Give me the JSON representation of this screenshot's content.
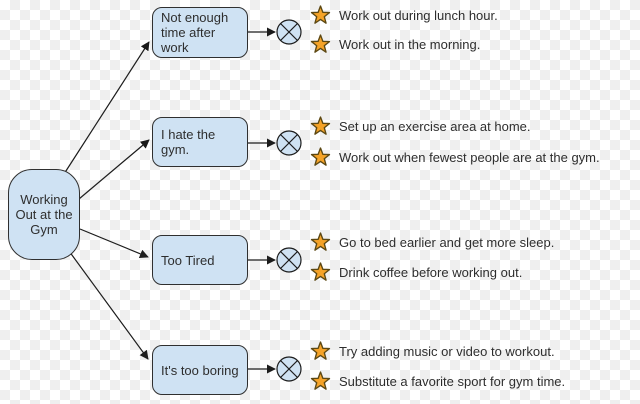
{
  "diagram": {
    "title_hint": "brainstorm-obstacles-solutions",
    "root": {
      "label": "Working Out at the Gym"
    },
    "branches": [
      {
        "obstacle": "Not enough time after work",
        "solutions": [
          "Work out during lunch hour.",
          "Work out in the morning."
        ]
      },
      {
        "obstacle": "I hate the gym.",
        "solutions": [
          "Set up an exercise area at home.",
          "Work out when fewest people are at the gym."
        ]
      },
      {
        "obstacle": "Too Tired",
        "solutions": [
          "Go to bed earlier and get more sleep.",
          "Drink coffee before working out."
        ]
      },
      {
        "obstacle": "It's too boring",
        "solutions": [
          "Try adding music or video to workout.",
          "Substitute a favorite sport for gym time."
        ]
      }
    ]
  },
  "colors": {
    "checker_light": "#ffffff",
    "checker_dark": "#efefef",
    "node_fill": "#cfe2f3",
    "node_border": "#2f2f2f",
    "line": "#1c1c1c",
    "star_fill": "#f5a328",
    "star_stroke": "#5c4813",
    "text": "#2e2e2e"
  }
}
